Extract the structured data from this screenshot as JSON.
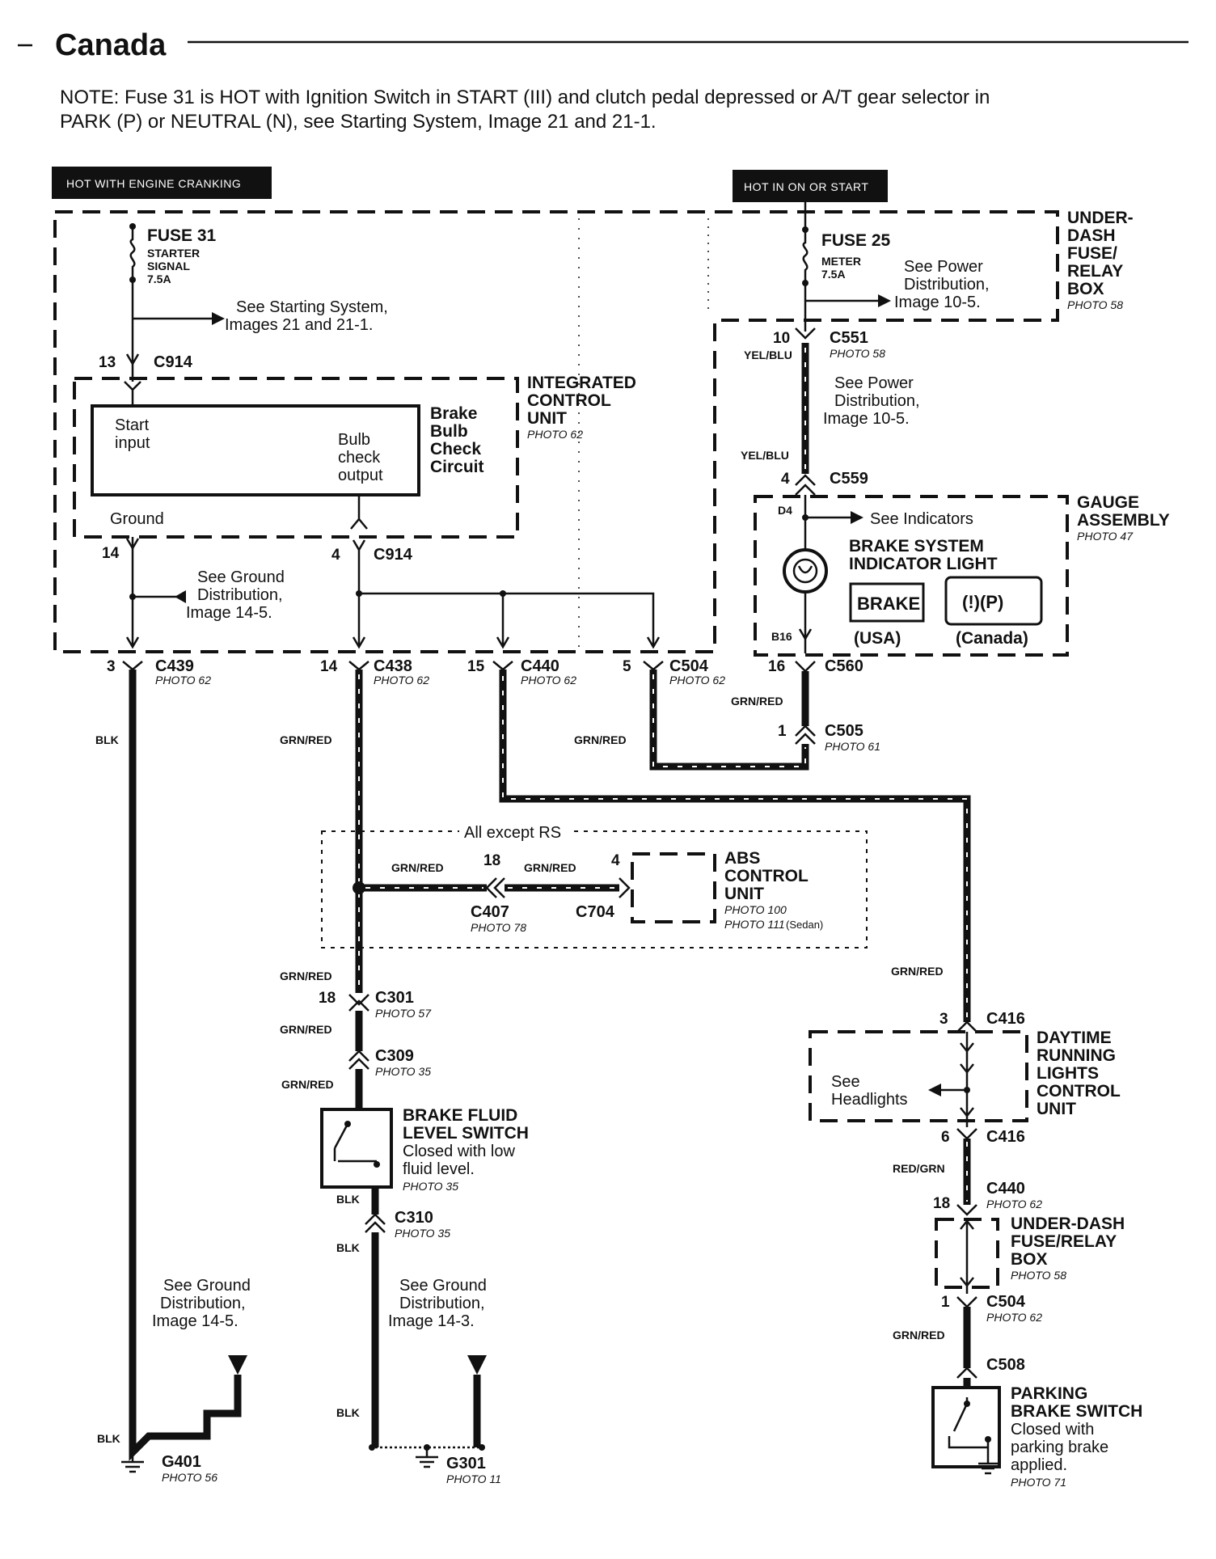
{
  "header": {
    "title": "Canada",
    "note_line1": "NOTE: Fuse 31 is HOT with Ignition Switch in START (III) and clutch pedal depressed or A/T gear selector in",
    "note_line2": "PARK (P) or NEUTRAL (N), see Starting System, Image  21 and 21-1."
  },
  "badges": {
    "engine_cranking": "HOT WITH ENGINE CRANKING",
    "on_or_start": "HOT IN ON OR START"
  },
  "fuse_box": {
    "name_line1": "UNDER-",
    "name_line2": "DASH",
    "name_line3": "FUSE/",
    "name_line4": "RELAY",
    "name_line5": "BOX",
    "photo": "PHOTO 58",
    "fuse31_label": "FUSE  31",
    "fuse31_desc1": "STARTER",
    "fuse31_desc2": "SIGNAL",
    "fuse31_rating": "7.5A",
    "fuse31_ref1": "See Starting System,",
    "fuse31_ref2": "Images 21 and 21-1.",
    "fuse25_label": "FUSE 25",
    "fuse25_desc": "METER",
    "fuse25_rating": "7.5A",
    "fuse25_ref1": "See Power",
    "fuse25_ref2": "Distribution,",
    "fuse25_ref3": "Image 10-5."
  },
  "icu": {
    "name_line1": "INTEGRATED",
    "name_line2": "CONTROL",
    "name_line3": "UNIT",
    "photo": "PHOTO 62",
    "circuit_line1": "Brake",
    "circuit_line2": "Bulb",
    "circuit_line3": "Check",
    "circuit_line4": "Circuit",
    "start_input1": "Start",
    "start_input2": "input",
    "bulb_output1": "Bulb",
    "bulb_output2": "check",
    "bulb_output3": "output",
    "ground": "Ground",
    "ground_ref1": "See Ground",
    "ground_ref2": "Distribution,",
    "ground_ref3": "Image 14-5."
  },
  "connectors": {
    "c914_top": {
      "pin": "13",
      "name": "C914"
    },
    "c914_bot_left": {
      "pin": "14"
    },
    "c914_bot": {
      "pin": "4",
      "name": "C914"
    },
    "c439": {
      "pin": "3",
      "name": "C439",
      "photo": "PHOTO 62"
    },
    "c438": {
      "pin": "14",
      "name": "C438",
      "photo": "PHOTO 62"
    },
    "c440_top": {
      "pin": "15",
      "name": "C440",
      "photo": "PHOTO 62"
    },
    "c504_top": {
      "pin": "5",
      "name": "C504",
      "photo": "PHOTO 62"
    },
    "c551": {
      "pin": "10",
      "name": "C551",
      "photo": "PHOTO 58"
    },
    "c559": {
      "pin": "4",
      "name": "C559"
    },
    "c560": {
      "pin": "16",
      "name": "C560"
    },
    "c505": {
      "pin": "1",
      "name": "C505",
      "photo": "PHOTO 61"
    },
    "c407": {
      "pin": "18",
      "name": "C407",
      "photo": "PHOTO 78"
    },
    "c704": {
      "pin": "4",
      "name": "C704"
    },
    "c301": {
      "pin": "18",
      "name": "C301",
      "photo": "PHOTO 57"
    },
    "c309": {
      "name": "C309",
      "photo": "PHOTO 35"
    },
    "c310": {
      "name": "C310",
      "photo": "PHOTO 35"
    },
    "c416_top": {
      "pin": "3",
      "name": "C416"
    },
    "c416_bot": {
      "pin": "6",
      "name": "C416"
    },
    "c440_bot": {
      "pin": "18",
      "name": "C440",
      "photo": "PHOTO 62"
    },
    "c504_bot": {
      "pin": "1",
      "name": "C504",
      "photo": "PHOTO 62"
    },
    "c508": {
      "name": "C508"
    }
  },
  "power_dist_ref": {
    "line1": "See Power",
    "line2": "Distribution,",
    "line3": "Image 10-5."
  },
  "gauge": {
    "name_line1": "GAUGE",
    "name_line2": "ASSEMBLY",
    "photo": "PHOTO 47",
    "d4": "D4",
    "b16": "B16",
    "see_indicators": "See Indicators",
    "light_line1": "BRAKE SYSTEM",
    "light_line2": "INDICATOR LIGHT",
    "usa_badge": "BRAKE",
    "usa_label": "(USA)",
    "canada_badge": "(!)(P)",
    "canada_label": "(Canada)"
  },
  "wires": {
    "yel_blu": "YEL/BLU",
    "blk": "BLK",
    "grn_red": "GRN/RED",
    "red_grn": "RED/GRN"
  },
  "abs": {
    "region": "All except RS",
    "name_line1": "ABS",
    "name_line2": "CONTROL",
    "name_line3": "UNIT",
    "photo1": "PHOTO 100",
    "photo2": "PHOTO 111",
    "photo2_note": "(Sedan)"
  },
  "brake_fluid": {
    "name_line1": "BRAKE FLUID",
    "name_line2": "LEVEL SWITCH",
    "desc_line1": "Closed with low",
    "desc_line2": "fluid level.",
    "photo": "PHOTO 35"
  },
  "drl": {
    "name_line1": "DAYTIME",
    "name_line2": "RUNNING",
    "name_line3": "LIGHTS",
    "name_line4": "CONTROL",
    "name_line5": "UNIT",
    "see1": "See",
    "see2": "Headlights"
  },
  "udfb2": {
    "name_line1": "UNDER-DASH",
    "name_line2": "FUSE/RELAY",
    "name_line3": "BOX",
    "photo": "PHOTO 58"
  },
  "parking": {
    "name_line1": "PARKING",
    "name_line2": "BRAKE SWITCH",
    "desc_line1": "Closed with",
    "desc_line2": "parking brake",
    "desc_line3": "applied.",
    "photo": "PHOTO 71"
  },
  "grounds": {
    "g401": {
      "name": "G401",
      "photo": "PHOTO 56"
    },
    "g301": {
      "name": "G301",
      "photo": "PHOTO 11"
    },
    "ref_14_5": {
      "line1": "See Ground",
      "line2": "Distribution,",
      "line3": "Image 14-5."
    },
    "ref_14_3": {
      "line1": "See Ground",
      "line2": "Distribution,",
      "line3": "Image 14-3."
    }
  }
}
